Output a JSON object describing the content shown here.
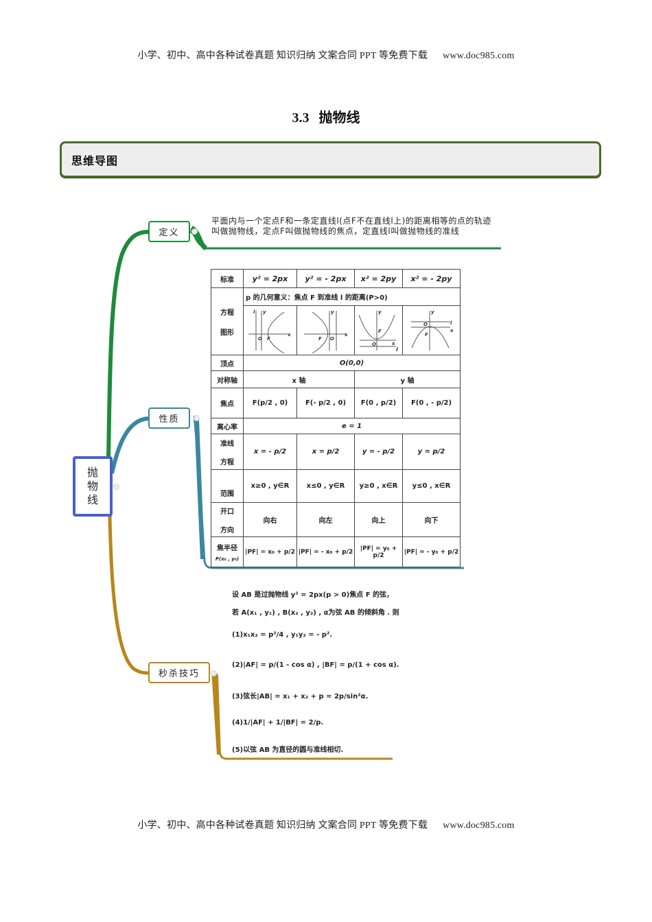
{
  "page_header": {
    "text": "小学、初中、高中各种试卷真题  知识归纳  文案合同  PPT 等免费下载",
    "url": "www.doc985.com"
  },
  "page_footer": {
    "text": "小学、初中、高中各种试卷真题  知识归纳  文案合同  PPT 等免费下载",
    "url": "www.doc985.com"
  },
  "title": {
    "number": "3.3",
    "text": "抛物线"
  },
  "section": {
    "label": "思维导图"
  },
  "mindmap": {
    "root": {
      "chars": [
        "抛",
        "物",
        "线"
      ]
    },
    "branches": [
      {
        "label": "定义",
        "color": "#1f8a3c"
      },
      {
        "label": "性质",
        "color": "#3a87a0"
      },
      {
        "label": "秒杀技巧",
        "color": "#b8861b"
      }
    ],
    "definition_text": "平面内与一个定点F和一条定直线l(点F不在直线l上)的距离相等的点的轨迹叫做抛物线，定点F叫做抛物线的焦点，定直线l叫做抛物线的准线",
    "table": {
      "header": {
        "label": "标准",
        "cols": [
          "y² = 2px",
          "y² = - 2px",
          "x² = 2py",
          "x² = - 2py"
        ]
      },
      "equation_graph": {
        "label_1": "方程",
        "label_2": "图形",
        "p_meaning": "p 的几何意义：焦点 F 到准线 l 的距离(P>0)"
      },
      "vertex": {
        "label": "顶点",
        "value": "O(0,0)"
      },
      "axis": {
        "label": "对称轴",
        "values": [
          "x 轴",
          "y 轴"
        ]
      },
      "focus": {
        "label": "焦点",
        "values": [
          "F(p/2 , 0)",
          "F(- p/2 , 0)",
          "F(0 , p/2)",
          "F(0 , - p/2)"
        ]
      },
      "eccentricity": {
        "label": "离心率",
        "value": "e = 1"
      },
      "directrix": {
        "label_1": "准线",
        "label_2": "方程",
        "values": [
          "x = - p/2",
          "x = p/2",
          "y = - p/2",
          "y = p/2"
        ]
      },
      "range": {
        "label": "范围",
        "values": [
          "x≥0 , y∈R",
          "x≤0 , y∈R",
          "y≥0 , x∈R",
          "y≤0 , x∈R"
        ]
      },
      "opening": {
        "label_1": "开口",
        "label_2": "方向",
        "values": [
          "向右",
          "向左",
          "向上",
          "向下"
        ]
      },
      "focal_radius": {
        "label_1": "焦半径",
        "label_2": "P(x₀ , y₀)",
        "values": [
          "|PF| = x₀ + p/2",
          "|PF| = - x₀ + p/2",
          "|PF| = y₀ + p/2",
          "|PF| = - y₀ + p/2"
        ]
      }
    },
    "tricks": {
      "intro_1": "设 AB 是过抛物线 y² = 2px(p > 0)焦点 F 的弦，",
      "intro_2": "若 A(x₁ , y₁) , B(x₂ , y₂) , α为弦 AB 的倾斜角 . 则",
      "items": [
        "(1)x₁x₂ = p²/4 , y₁y₂ = - p².",
        "(2)|AF| = p/(1 - cos α) , |BF| = p/(1 + cos α).",
        "(3)弦长|AB| = x₁ + x₂ + p = 2p/sin²α.",
        "(4)1/|AF| + 1/|BF| = 2/p.",
        "(5)以弦 AB 为直径的圆与准线相切."
      ]
    }
  }
}
